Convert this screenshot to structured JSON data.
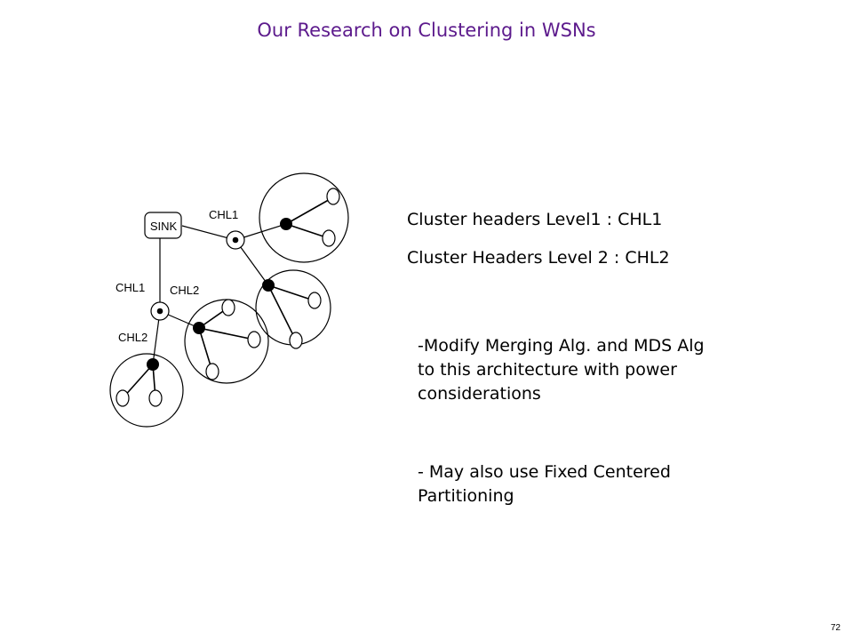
{
  "slide": {
    "title": "Our Research on Clustering in WSNs",
    "page_number": "72"
  },
  "diagram": {
    "sink_label": "SINK",
    "labels": {
      "chl1_top": "CHL1",
      "chl1_left": "CHL1",
      "chl2_middle": "CHL2",
      "chl2_bottom": "CHL2"
    }
  },
  "definitions": [
    "Cluster headers Level1 : CHL1",
    "Cluster Headers Level 2 : CHL2"
  ],
  "notes": {
    "note1": [
      "-Modify Merging Alg. and MDS Alg",
      "to this architecture with power",
      "considerations"
    ],
    "note2": [
      "- May also use Fixed Centered",
      "Partitioning"
    ]
  }
}
